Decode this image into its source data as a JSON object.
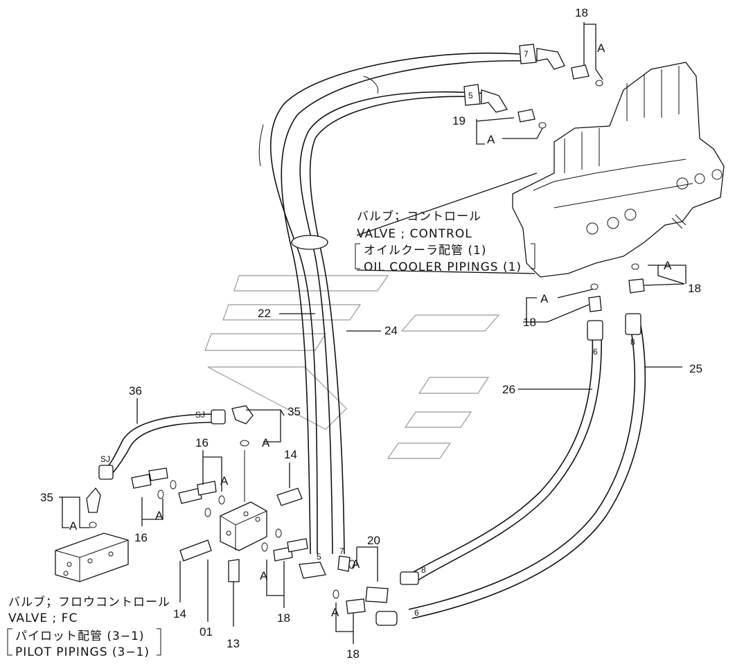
{
  "figure": {
    "top_valve_note": {
      "jp": "バルブ；コントロール",
      "en": "VALVE ; CONTROL",
      "sub_jp": "オイルクーラ配管 (1)",
      "sub_en": "OIL COOLER PIPINGS (1)"
    },
    "bottom_valve_note": {
      "jp": "バルブ；フロウコントロール",
      "en": "VALVE ; FC",
      "sub_jp": "パイロット配管 (3−1)",
      "sub_en": "PILOT PIPINGS (3−1)"
    },
    "callouts": {
      "n18": "18",
      "n19": "19",
      "n22": "22",
      "n24": "24",
      "n25": "25",
      "n26": "26",
      "n36": "36",
      "n35": "35",
      "n16": "16",
      "n14": "14",
      "n13": "13",
      "n01": "01",
      "n20": "20",
      "a": "A"
    },
    "hose_tags": {
      "t5": "5",
      "t7": "7",
      "t6": "6",
      "t8": "8",
      "sj": "SJ"
    }
  }
}
